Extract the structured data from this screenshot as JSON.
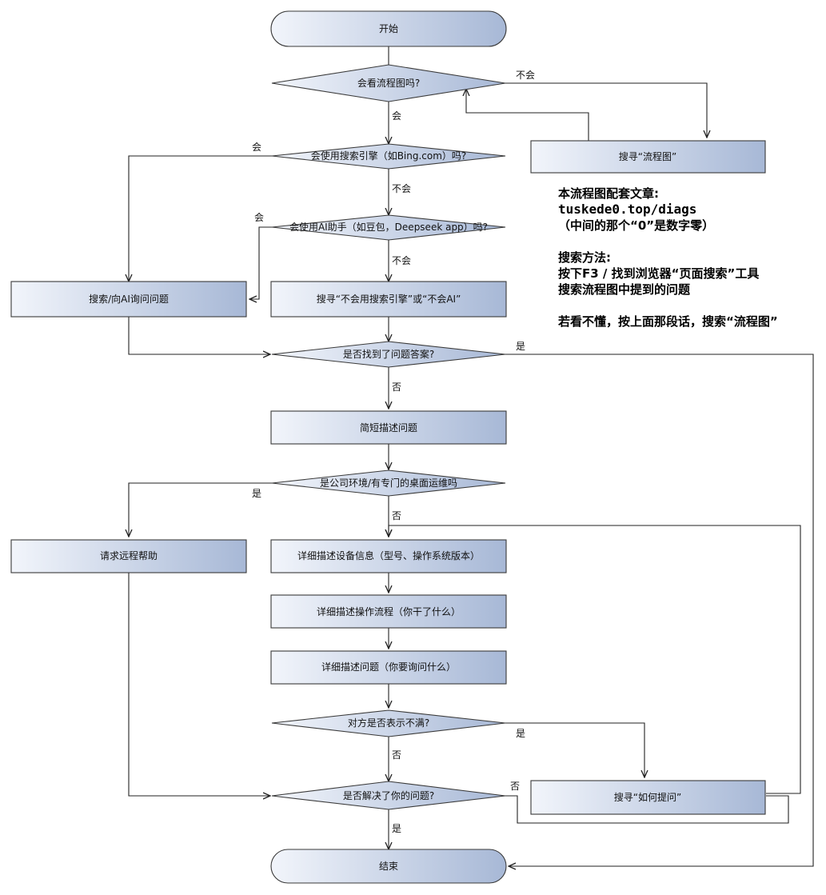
{
  "nodes": {
    "start": "开始",
    "q_read_flowchart": "会看流程图吗?",
    "search_flowchart": "搜寻“流程图”",
    "q_search_engine": "会使用搜索引擎（如Bing.com）吗?",
    "q_ai": "会使用AI助手（如豆包，Deepseek app）吗?",
    "search_ask_ai": "搜索/向AI询问问题",
    "search_no_engine_ai": "搜寻“不会用搜索引擎”或“不会AI”",
    "q_found_answer": "是否找到了问题答案?",
    "brief_describe": "简短描述问题",
    "q_company": "是公司环境/有专门的桌面运维吗",
    "remote_help": "请求远程帮助",
    "detail_device": "详细描述设备信息（型号、操作系统版本）",
    "detail_steps": "详细描述操作流程（你干了什么）",
    "detail_problem": "详细描述问题（你要询问什么）",
    "q_unhappy": "对方是否表示不满?",
    "q_solved": "是否解决了你的问题?",
    "search_how_ask": "搜寻“如何提问”",
    "end": "结束"
  },
  "edge_labels": {
    "no_read": "不会",
    "yes_read": "会",
    "yes_engine": "会",
    "no_engine": "不会",
    "yes_ai": "会",
    "no_ai": "不会",
    "yes_found": "是",
    "no_found": "否",
    "yes_company": "是",
    "no_company": "否",
    "yes_unhappy": "是",
    "no_unhappy": "否",
    "no_solved": "否",
    "yes_solved": "是"
  },
  "note": {
    "line1": "本流程图配套文章:",
    "line2": "tuskede0.top/diags",
    "line3": "（中间的那个“0”是数字零）",
    "line4": "搜索方法:",
    "line5": "按下F3 / 找到浏览器“页面搜索”工具",
    "line6": "搜索流程图中提到的问题",
    "line7": "若看不懂，按上面那段话，搜索“流程图”"
  },
  "colors": {
    "fill_light": "#eef1f9",
    "fill_dark": "#a9bad8",
    "stroke": "#333333"
  }
}
